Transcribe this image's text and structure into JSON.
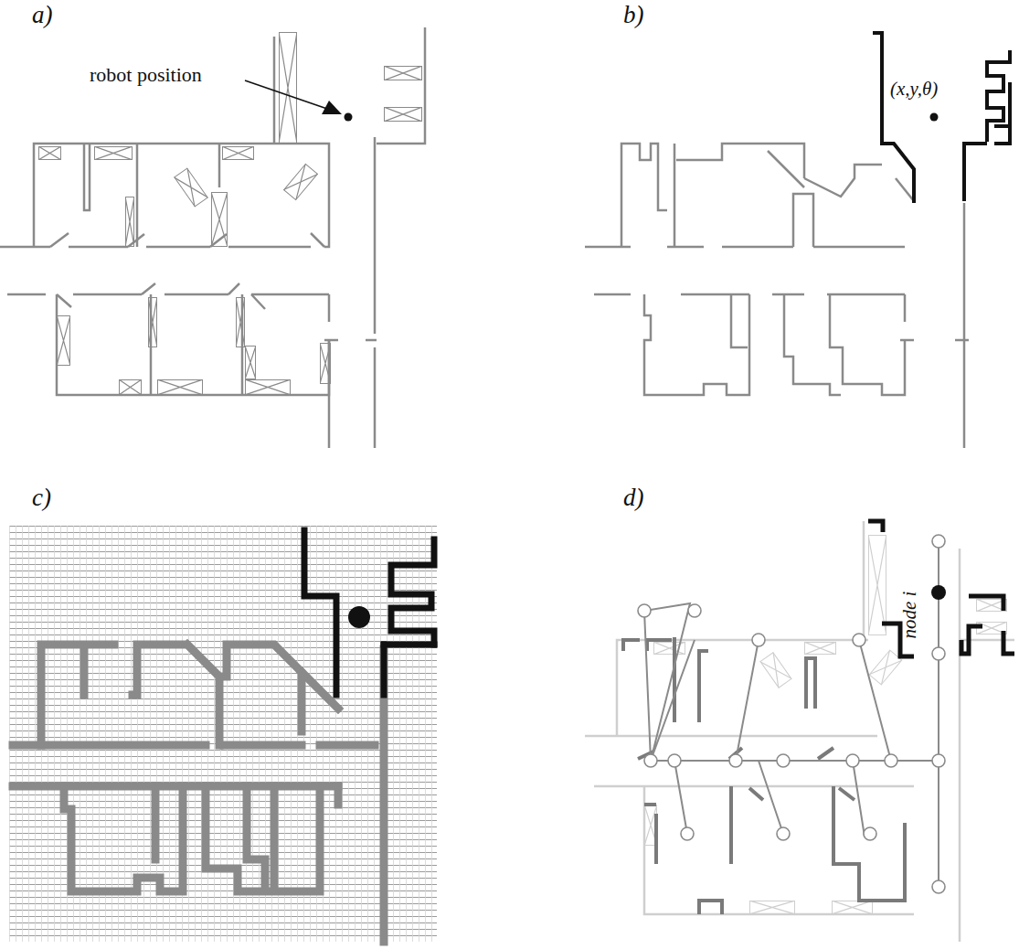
{
  "diagram": {
    "labels": [
      "a)",
      "b)",
      "c)",
      "d)",
      "robot position",
      "(x,y,θ)",
      "node i"
    ]
  }
}
